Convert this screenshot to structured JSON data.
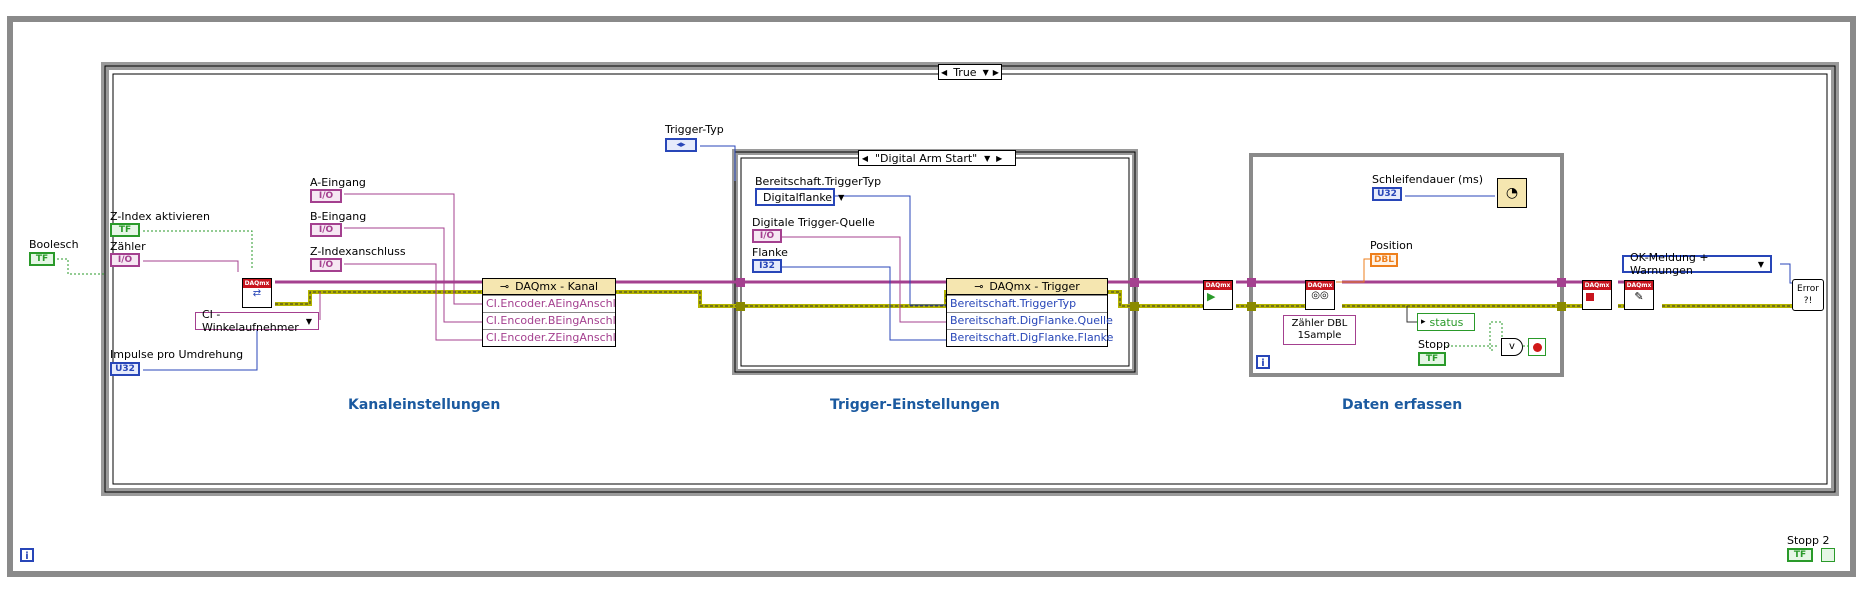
{
  "case_structure": {
    "selector_value": "True"
  },
  "outer_controls": {
    "boolesch": {
      "label": "Boolesch",
      "type": "TF"
    },
    "stopp2": {
      "label": "Stopp 2",
      "type": "TF"
    }
  },
  "channel_controls": {
    "z_index_aktivieren": {
      "label": "Z-Index aktivieren",
      "type": "TF"
    },
    "zaehler": {
      "label": "Zähler",
      "type": "I/O"
    },
    "a_eingang": {
      "label": "A-Eingang",
      "type": "I/O"
    },
    "b_eingang": {
      "label": "B-Eingang",
      "type": "I/O"
    },
    "z_indexanschluss": {
      "label": "Z-Indexanschluss",
      "type": "I/O"
    },
    "impulse": {
      "label": "Impulse pro Umdrehung",
      "type": "U32"
    },
    "ci_ring": "CI - Winkelaufnehmer"
  },
  "kanal_node": {
    "title": "DAQmx - Kanal",
    "rows": [
      "CI.Encoder.AEingAnschl",
      "CI.Encoder.BEingAnschl",
      "CI.Encoder.ZEingAnschl"
    ]
  },
  "trigger": {
    "trigger_typ": {
      "label": "Trigger-Typ"
    },
    "case_selector": "\"Digital Arm Start\"",
    "bereitschaft_label": "Bereitschaft.TriggerTyp",
    "bereitschaft_value": "Digitalflanke",
    "quelle": {
      "label": "Digitale Trigger-Quelle",
      "type": "I/O"
    },
    "flanke": {
      "label": "Flanke",
      "type": "I32"
    },
    "node_title": "DAQmx - Trigger",
    "node_rows": [
      "Bereitschaft.TriggerTyp",
      "Bereitschaft.DigFlanke.Quelle",
      "Bereitschaft.DigFlanke.Flanke"
    ]
  },
  "loop": {
    "schleifendauer": {
      "label": "Schleifendauer (ms)",
      "type": "U32"
    },
    "position": {
      "label": "Position",
      "type": "DBL"
    },
    "read_mode": [
      "Zähler DBL",
      "1Sample"
    ],
    "status": "status",
    "stopp": {
      "label": "Stopp",
      "type": "TF"
    }
  },
  "error": {
    "ring": "OK-Meldung + Warnungen",
    "icon_text": "Error"
  },
  "sections": {
    "kanal": "Kanaleinstellungen",
    "trigger": "Trigger-Einstellungen",
    "daten": "Daten erfassen"
  },
  "daq_badge": "DAQmx",
  "loop_iter": "i",
  "colors": {
    "boolean": "#2a9a2a",
    "io": "#a4408f",
    "integer": "#2846b8",
    "dbl": "#ee7f1c",
    "error_wire": "#b4b400",
    "section_title": "#1b5aa0",
    "case_frame": "#a0a0a0",
    "loop_frame": "#808080"
  }
}
